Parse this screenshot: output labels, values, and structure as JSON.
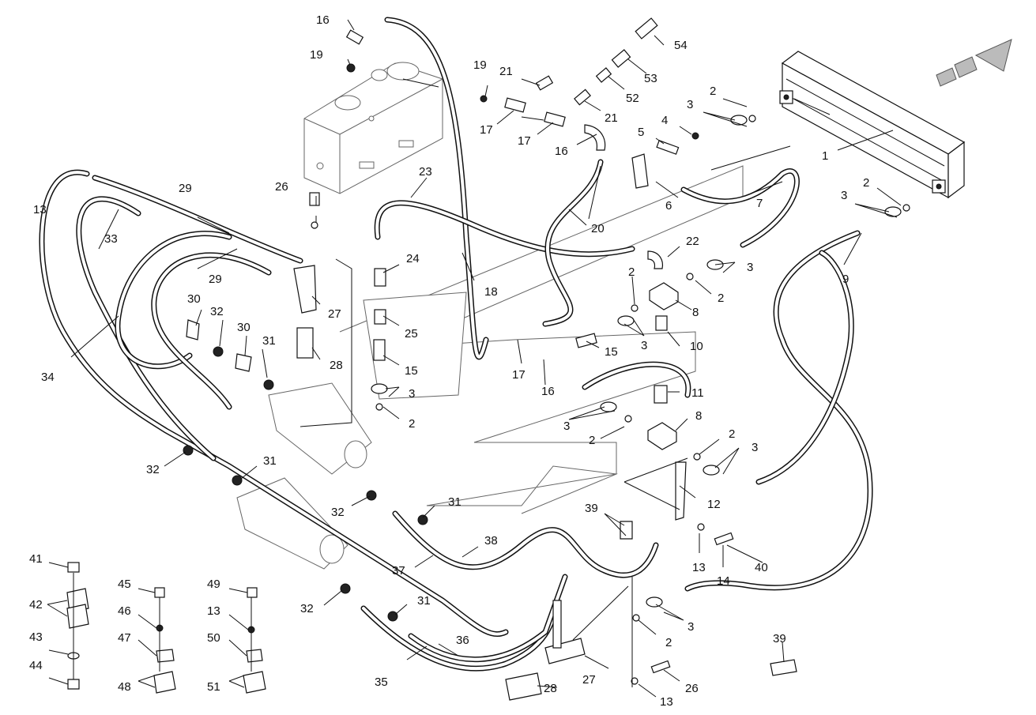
{
  "labels": {
    "c1": "1",
    "c2a": "2",
    "c2b": "2",
    "c2c": "2",
    "c2d": "2",
    "c2e": "2",
    "c2f": "2",
    "c2g": "2",
    "c2h": "2",
    "c3a": "3",
    "c3b": "3",
    "c3c": "3",
    "c3d": "3",
    "c3e": "3",
    "c3f": "3",
    "c3g": "3",
    "c3h": "3",
    "c4": "4",
    "c5": "5",
    "c6": "6",
    "c7": "7",
    "c8a": "8",
    "c8b": "8",
    "c9": "9",
    "c10": "10",
    "c11": "11",
    "c12": "12",
    "c13a": "13",
    "c13b": "13",
    "c13c": "13",
    "c13d": "13",
    "c14": "14",
    "c15a": "15",
    "c15b": "15",
    "c16a": "16",
    "c16b": "16",
    "c16c": "16",
    "c17a": "17",
    "c17b": "17",
    "c17c": "17",
    "c18": "18",
    "c19a": "19",
    "c19b": "19",
    "c20": "20",
    "c21a": "21",
    "c21b": "21",
    "c22": "22",
    "c23": "23",
    "c24": "24",
    "c25": "25",
    "c26a": "26",
    "c26b": "26",
    "c27a": "27",
    "c27b": "27",
    "c28a": "28",
    "c28b": "28",
    "c29a": "29",
    "c29b": "29",
    "c30a": "30",
    "c30b": "30",
    "c31a": "31",
    "c31b": "31",
    "c31c": "31",
    "c31d": "31",
    "c32a": "32",
    "c32b": "32",
    "c32c": "32",
    "c32d": "32",
    "c33": "33",
    "c34": "34",
    "c35": "35",
    "c36": "36",
    "c37": "37",
    "c38": "38",
    "c39a": "39",
    "c39b": "39",
    "c40": "40",
    "c41": "41",
    "c42": "42",
    "c43": "43",
    "c44": "44",
    "c45": "45",
    "c46": "46",
    "c47": "47",
    "c48": "48",
    "c49": "49",
    "c50": "50",
    "c51": "51",
    "c52": "52",
    "c53": "53",
    "c54": "54"
  }
}
